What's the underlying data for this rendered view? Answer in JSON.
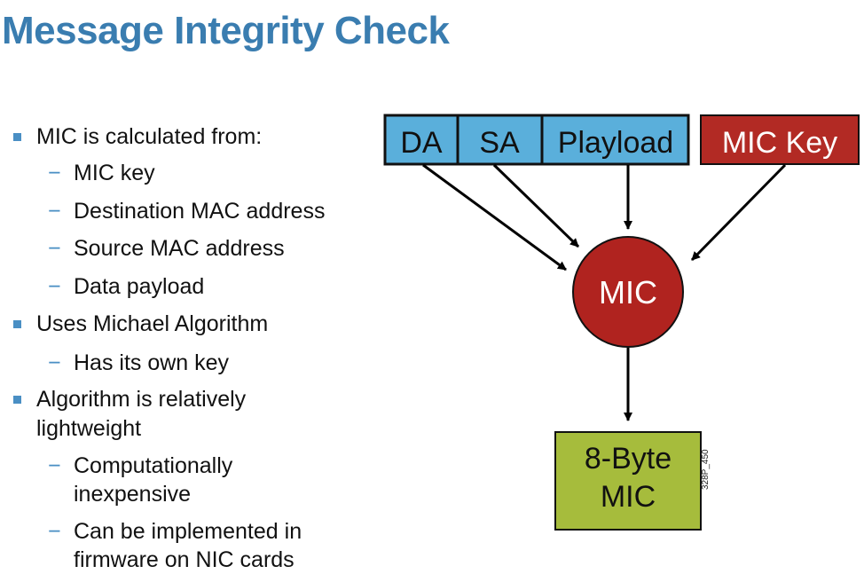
{
  "title": "Message Integrity Check",
  "bullets": {
    "b1": "MIC is calculated from:",
    "b1_sub": [
      "MIC key",
      "Destination MAC address",
      "Source MAC address",
      "Data payload"
    ],
    "b2": "Uses Michael Algorithm",
    "b2_sub": [
      "Has its own key"
    ],
    "b3": "Algorithm is relatively lightweight",
    "b3_sub": [
      "Computationally inexpensive",
      "Can be implemented in firmware on NIC cards"
    ]
  },
  "diagram": {
    "frame_fields": [
      "DA",
      "SA",
      "Playload"
    ],
    "key_box": "MIC Key",
    "mic_circle": "MIC",
    "output_line1": "8-Byte",
    "output_line2": "MIC",
    "figure_code": "328P_450"
  },
  "colors": {
    "title": "#3a7db0",
    "frame_blue": "#5aafdb",
    "key_red": "#b22a24",
    "mic_red": "#b0231f",
    "output_green": "#a6bc3c"
  }
}
